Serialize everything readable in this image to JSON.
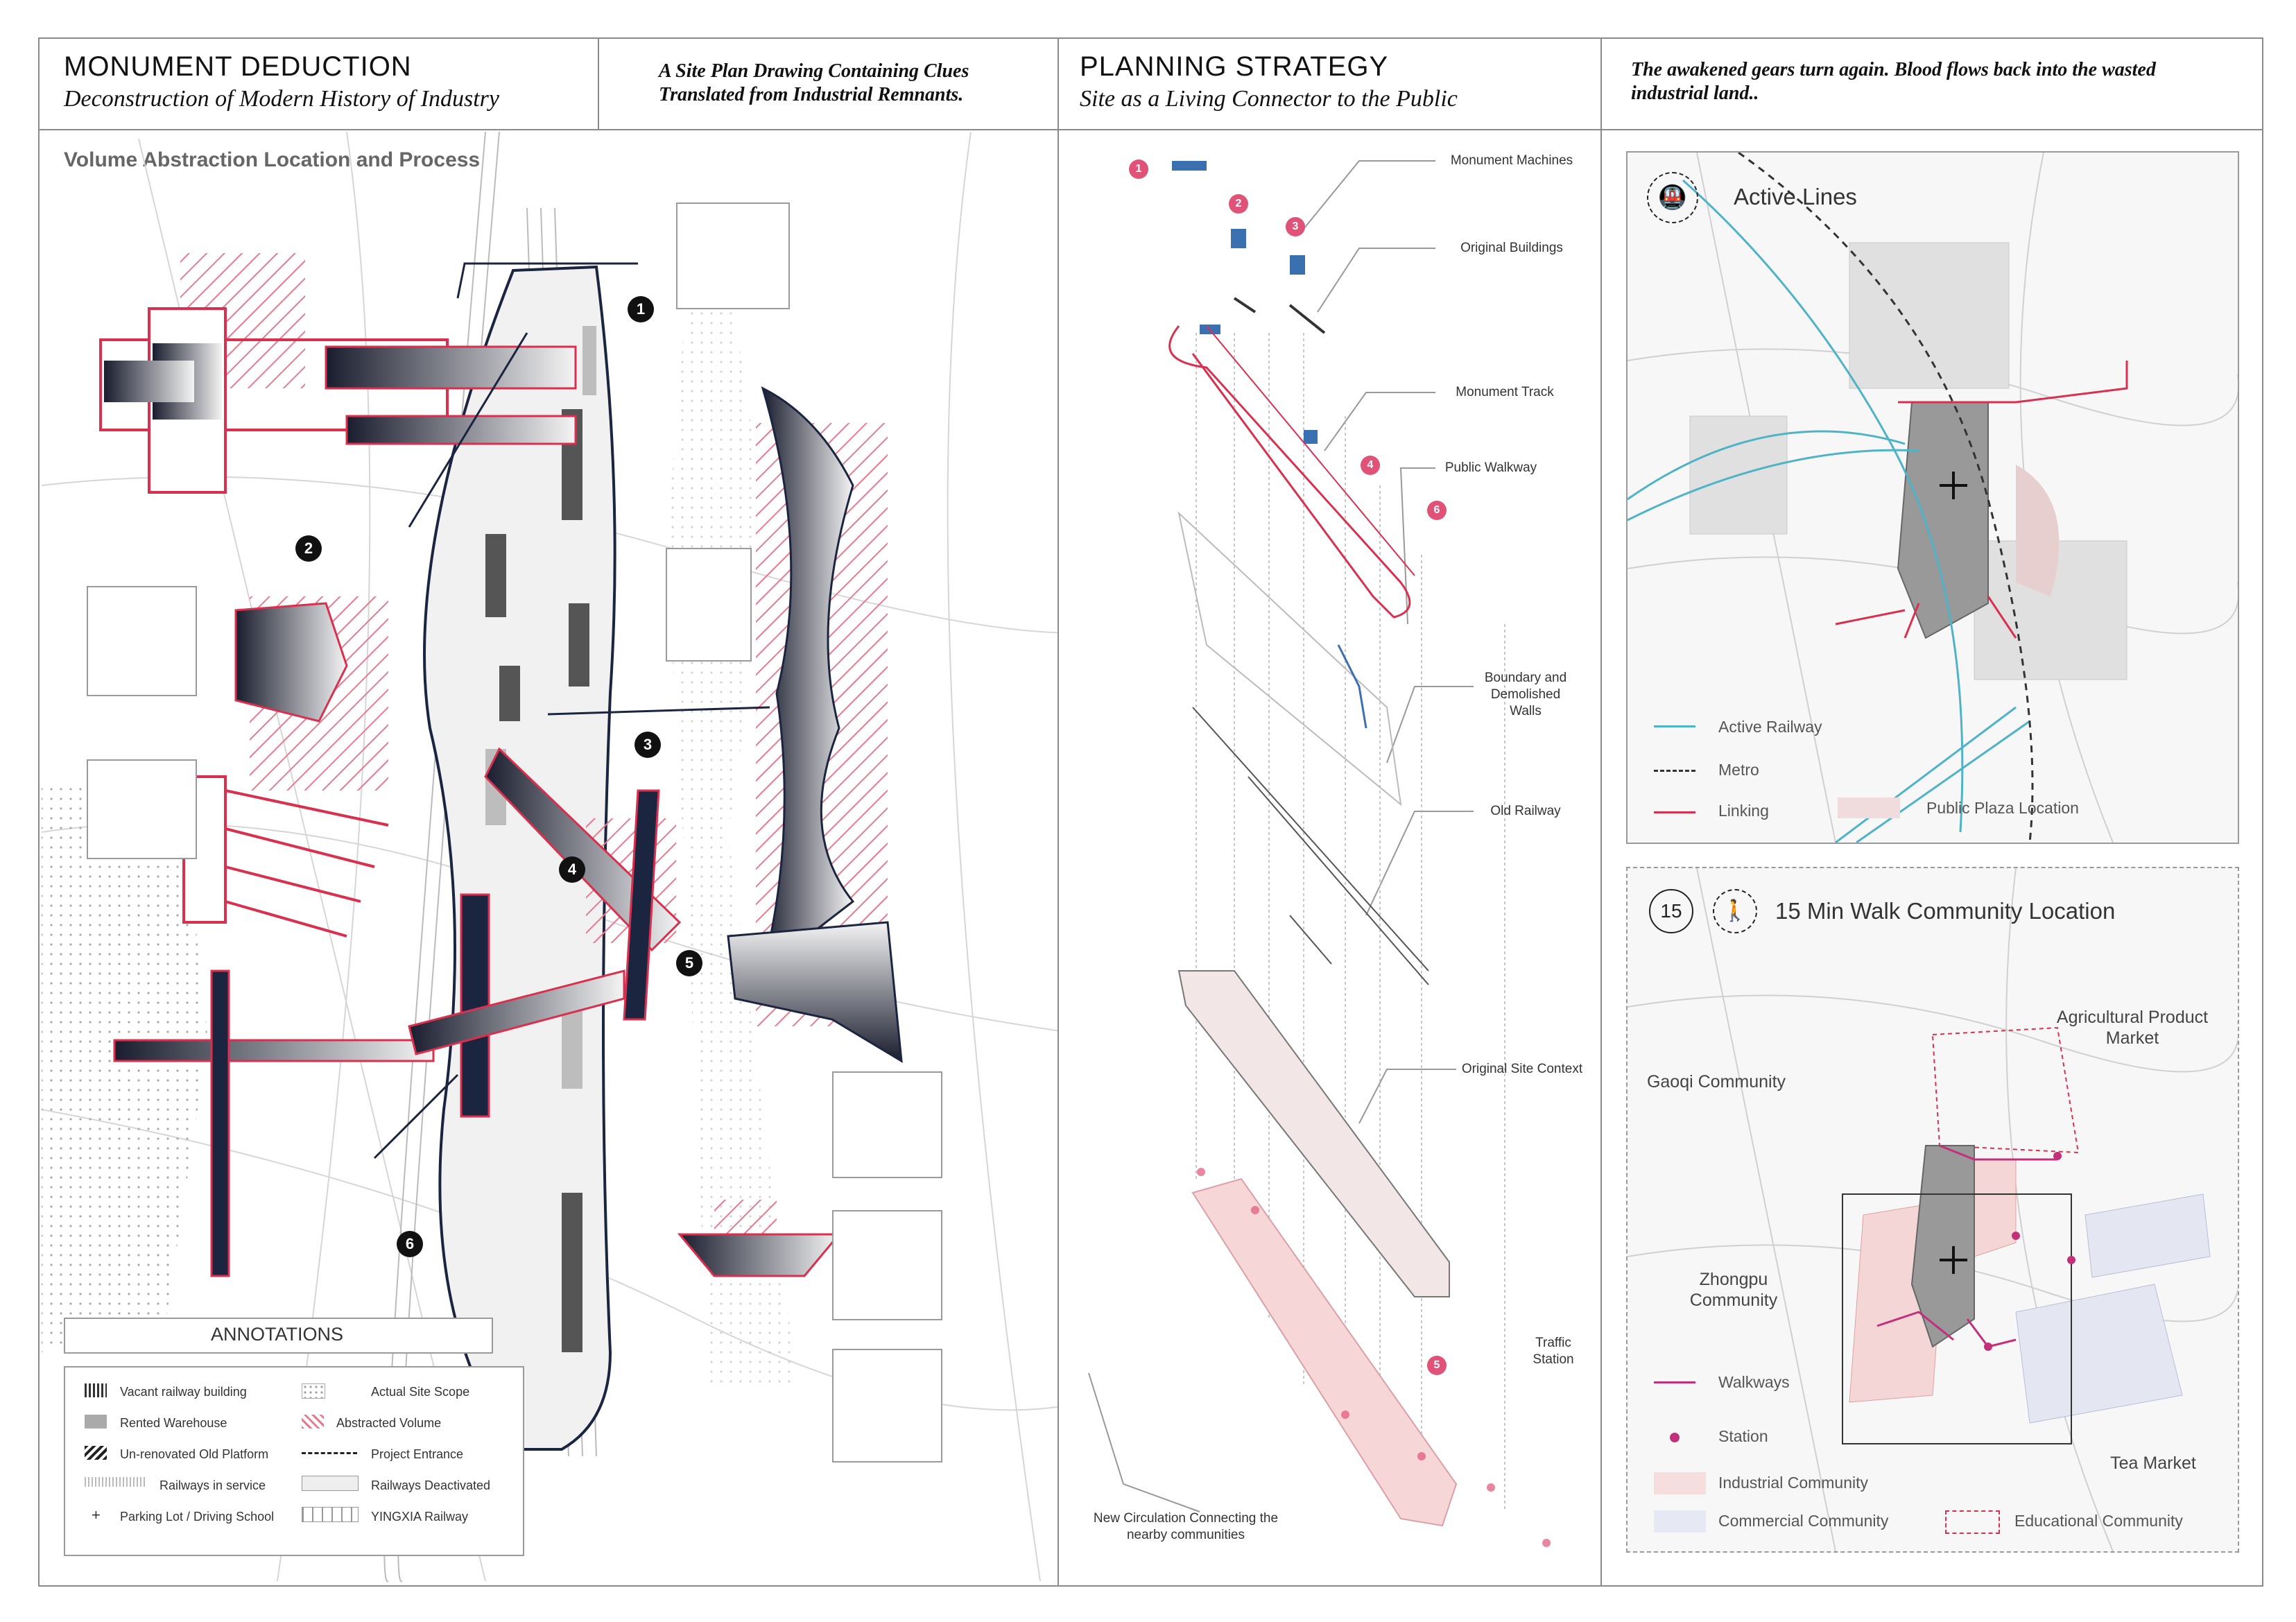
{
  "left_board": {
    "title": "MONUMENT DEDUCTION",
    "subtitle": "Deconstruction of Modern History of Industry",
    "note": "A Site Plan Drawing Containing Clues Translated from Industrial Remnants.",
    "section_label": "Volume Abstraction Location and Process",
    "markers": [
      "1",
      "2",
      "3",
      "4",
      "5",
      "6"
    ],
    "annotations": {
      "title": "ANNOTATIONS",
      "items": [
        "Vacant railway building",
        "Actual Site Scope",
        "Rented Warehouse",
        "Abstracted  Volume",
        "Un-renovated Old Platform",
        "Project Entrance",
        "Railways in service",
        "Railways Deactivated",
        "Parking Lot / Driving School",
        "YINGXIA Railway"
      ]
    }
  },
  "right_board": {
    "title": "PLANNING STRATEGY",
    "subtitle": "Site as a Living Connector to the Public",
    "note": "The awakened gears turn again. Blood flows back into the wasted industrial land..",
    "markers": [
      "1",
      "2",
      "3",
      "4",
      "5",
      "6"
    ],
    "layers": [
      "Monument Machines",
      "Original Buildings",
      "Monument Track",
      "Public Walkway",
      "Boundary and Demolished Walls",
      "Old Railway",
      "Original Site Context",
      "Traffic Station",
      "New Circulation Connecting the nearby communities"
    ],
    "active_lines": {
      "title": "Active Lines",
      "legend": [
        "Active Railway",
        "Metro",
        "Linking",
        "Public Plaza Location"
      ]
    },
    "walk": {
      "title": "15 Min Walk Community Location",
      "badge": "15",
      "places": [
        "Agricultural Product Market",
        "Gaoqi Community",
        "Zhongpu Community",
        "Tea Market"
      ],
      "legend": [
        "Walkways",
        "Station",
        "Industrial Community",
        "Commercial Community",
        "Educational Community"
      ]
    }
  },
  "colors": {
    "accent_red": "#d9304f",
    "accent_pink": "#e05278",
    "rail_blue": "#4fb3c8",
    "hatch": "#e87a8e",
    "frame": "#8a8a8a"
  }
}
